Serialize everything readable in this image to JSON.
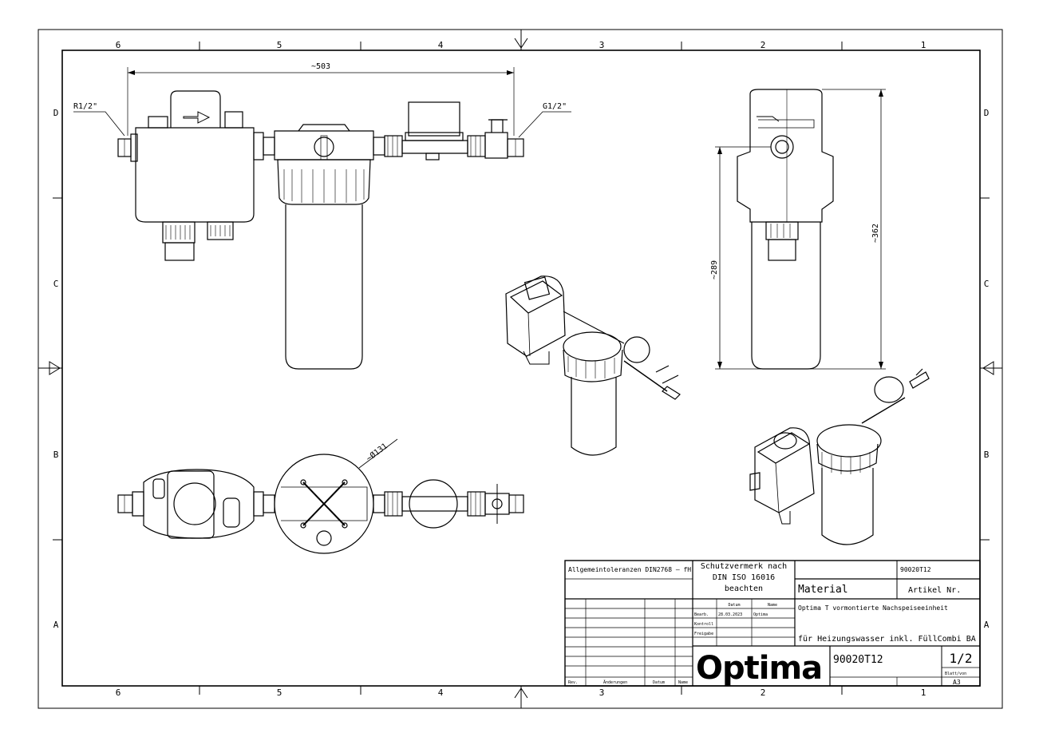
{
  "frame": {
    "columns": [
      "6",
      "5",
      "4",
      "3",
      "2",
      "1"
    ],
    "rows": [
      "D",
      "C",
      "B",
      "A"
    ]
  },
  "dimensions": {
    "overall_length": "~503",
    "inlet_thread": "R1/2\"",
    "outlet_thread": "G1/2\"",
    "height_inlet": "~289",
    "total_height": "~362",
    "filter_diameter": "~Ø131"
  },
  "title_block": {
    "tolerances": "Allgemeintoleranzen DIN2768 – fH",
    "protection_note": [
      "Schutzvermerk nach",
      "DIN ISO 16016",
      "beachten"
    ],
    "doc_number_top": "90020T12",
    "material_label": "Material",
    "article_label": "Artikel Nr.",
    "col_datum": "Datum",
    "col_name": "Name",
    "row_bearbeitet": "Bearb.",
    "row_kontrolle": "Kontroll",
    "row_freigabe": "Freigabe",
    "date": "28.03.2023",
    "author": "Optima",
    "description_1": "Optima T vormontierte Nachspeiseeinheit",
    "description_2": "für Heizungswasser inkl. FüllCombi BA",
    "logo": "Optima",
    "doc_number": "90020T12",
    "sheet": "1/2",
    "sheet_label": "Blatt/von",
    "format": "A3",
    "rev_col_rev": "Rev.",
    "rev_col_changes": "Änderungen",
    "rev_col_date": "Datum",
    "rev_col_name": "Name"
  }
}
